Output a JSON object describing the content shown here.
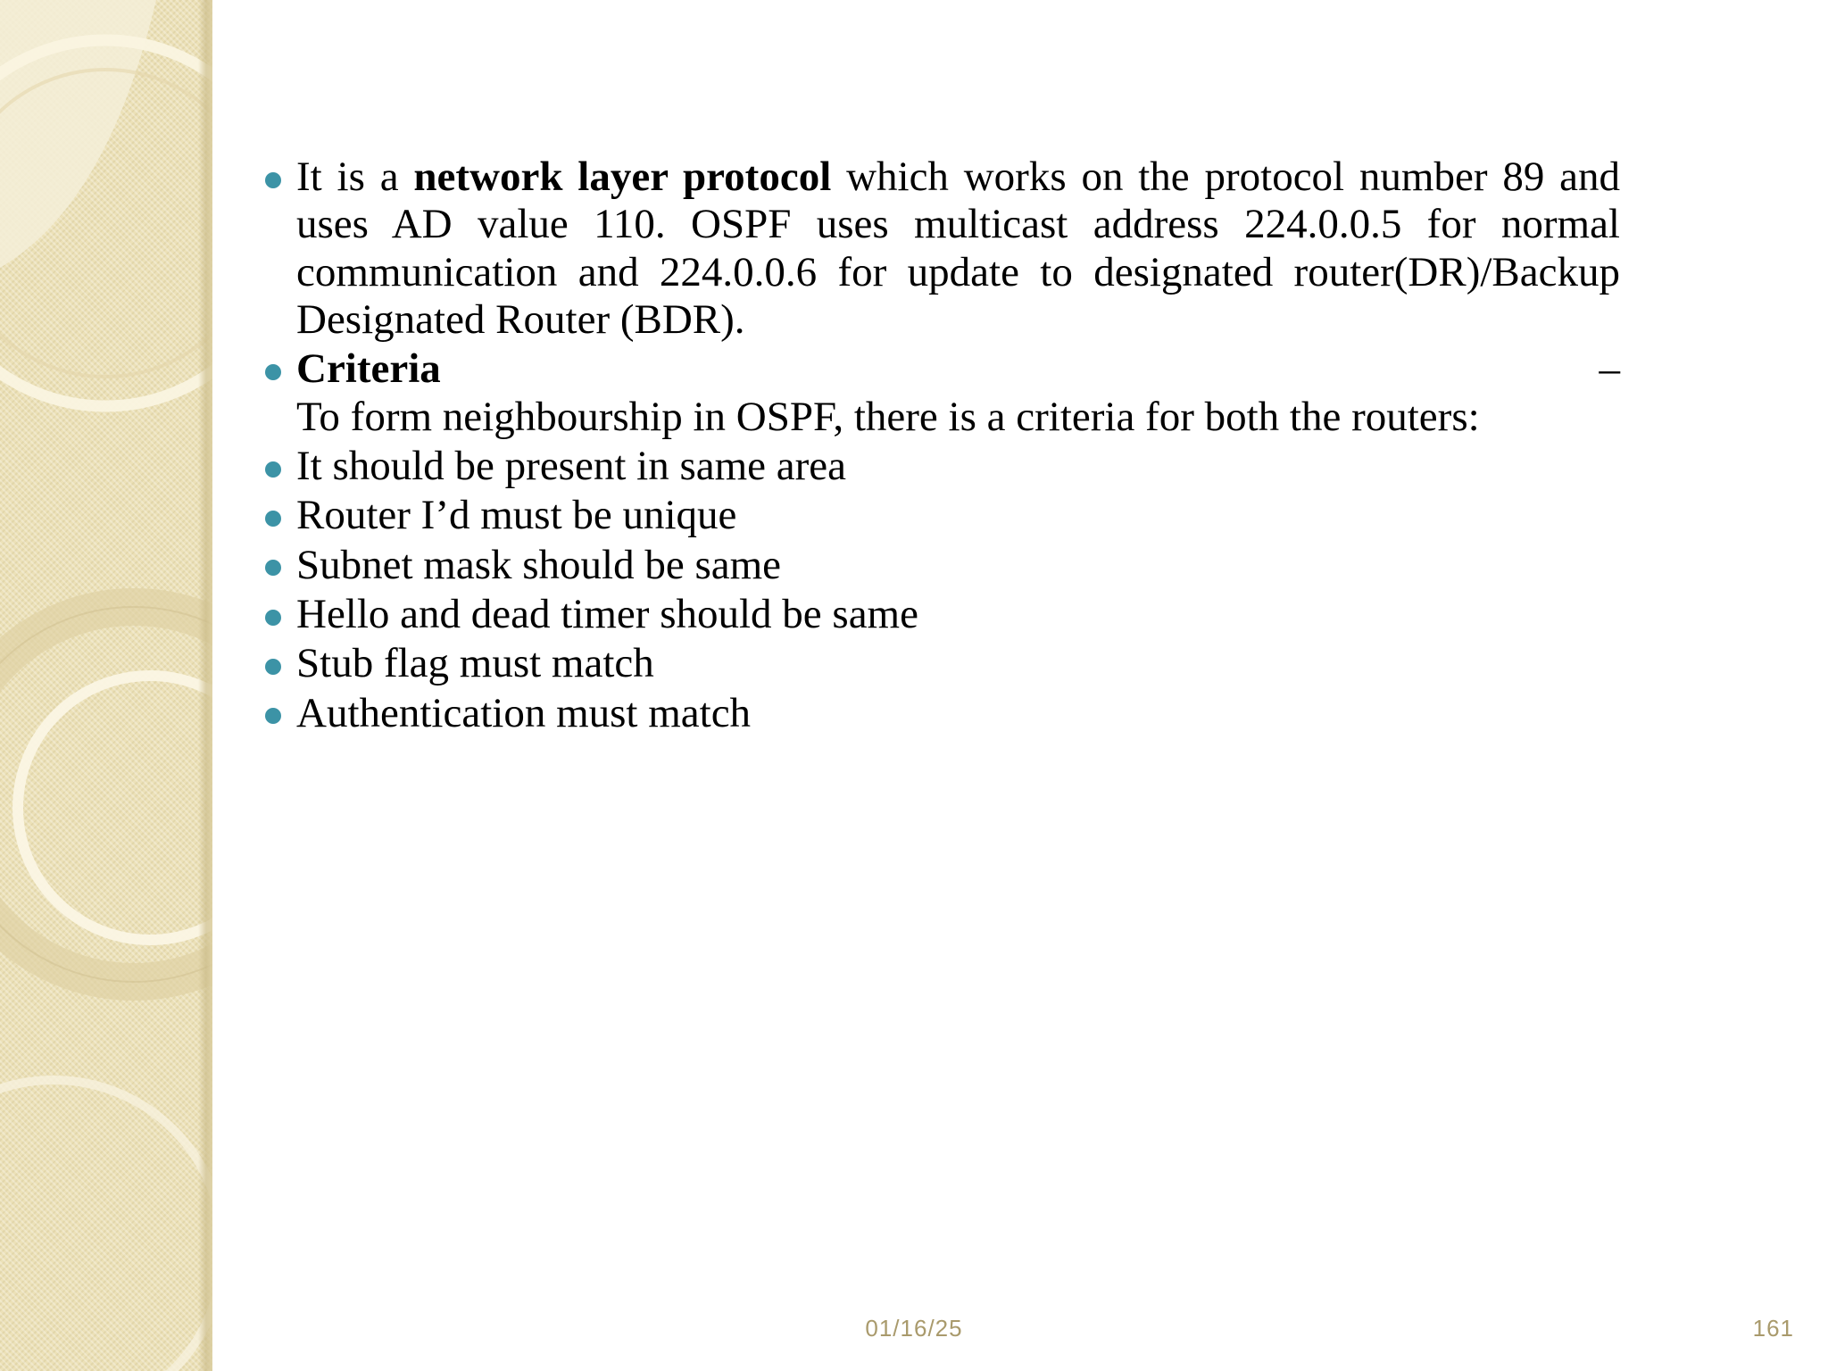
{
  "theme": {
    "slide_background": "#ffffff",
    "sidebar_color": "#ece1b8",
    "bullet_color": "#3c93a6",
    "footer_text_color": "#a99a6c",
    "body_text_color": "#000000"
  },
  "content": {
    "bullets": [
      {
        "id": "ospf-overview",
        "type": "paragraph",
        "segments": [
          {
            "text": "It is a ",
            "bold": false
          },
          {
            "text": "network layer protocol",
            "bold": true
          },
          {
            "text": " which works on the protocol number 89 and uses AD value 110. OSPF uses multicast address 224.0.0.5 for normal communication and 224.0.0.6 for update to designated router(DR)/Backup Designated Router (BDR).",
            "bold": false
          }
        ],
        "plain": "It is a network layer protocol which works on the protocol number 89 and uses AD value 110. OSPF uses multicast address 224.0.0.5 for normal communication and 224.0.0.6 for update to designated router(DR)/Backup Designated Router (BDR)."
      },
      {
        "id": "criteria",
        "type": "heading-with-subtext",
        "heading": "Criteria",
        "trailing_dash": "–",
        "subtext": "To form neighbourship in OSPF, there is a criteria for both the routers:"
      },
      {
        "id": "same-area",
        "type": "simple",
        "text": "It should be present in same area"
      },
      {
        "id": "router-id",
        "type": "simple",
        "text": "Router I’d must be unique"
      },
      {
        "id": "subnet-mask",
        "type": "simple",
        "text": "Subnet mask should be same"
      },
      {
        "id": "hello-dead",
        "type": "simple",
        "text": "Hello and dead timer should be same"
      },
      {
        "id": "stub-flag",
        "type": "simple",
        "text": "Stub flag must match"
      },
      {
        "id": "authentication",
        "type": "simple",
        "text": "Authentication must match"
      }
    ]
  },
  "footer": {
    "date": "01/16/25",
    "page_number": "161"
  }
}
